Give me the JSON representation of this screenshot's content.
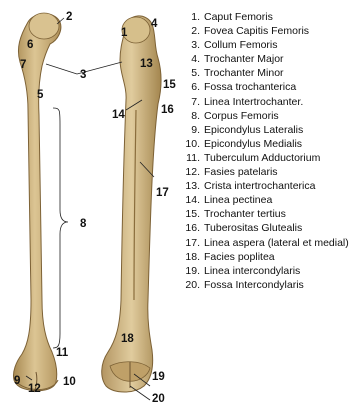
{
  "numbers": [
    "1",
    "2",
    "3",
    "4",
    "5",
    "6",
    "7",
    "8",
    "9",
    "10",
    "11",
    "12",
    "13",
    "14",
    "15",
    "16",
    "17",
    "18",
    "19",
    "20"
  ],
  "legend": [
    {
      "num": "1.",
      "text": "Caput Femoris"
    },
    {
      "num": "2.",
      "text": "Fovea Capitis Femoris"
    },
    {
      "num": "3.",
      "text": "Collum Femoris"
    },
    {
      "num": "4.",
      "text": "Trochanter Major"
    },
    {
      "num": "5.",
      "text": "Trochanter Minor"
    },
    {
      "num": "6.",
      "text": "Fossa trochanterica"
    },
    {
      "num": "7.",
      "text": "Linea Intertrochanter."
    },
    {
      "num": "8.",
      "text": "Corpus Femoris"
    },
    {
      "num": "9.",
      "text": "Epicondylus Lateralis"
    },
    {
      "num": "10.",
      "text": "Epicondylus Medialis"
    },
    {
      "num": "11.",
      "text": "Tuberculum Adductorium"
    },
    {
      "num": "12.",
      "text": "Fasies patelaris"
    },
    {
      "num": "13.",
      "text": "Crista intertrochanterica"
    },
    {
      "num": "14.",
      "text": "Linea pectinea"
    },
    {
      "num": "15.",
      "text": "Trochanter tertius"
    },
    {
      "num": "16.",
      "text": "Tuberositas Glutealis"
    },
    {
      "num": "17.",
      "text": "Linea aspera (lateral et medial)"
    },
    {
      "num": "18.",
      "text": "Facies poplitea"
    },
    {
      "num": "19.",
      "text": "Linea intercondylaris"
    },
    {
      "num": "20.",
      "text": "Fossa Intercondylaris"
    }
  ],
  "colors": {
    "bone": "#c9ad76",
    "bone_dark": "#9c7f48",
    "bone_light": "#e3cfa1",
    "line": "#222222"
  }
}
